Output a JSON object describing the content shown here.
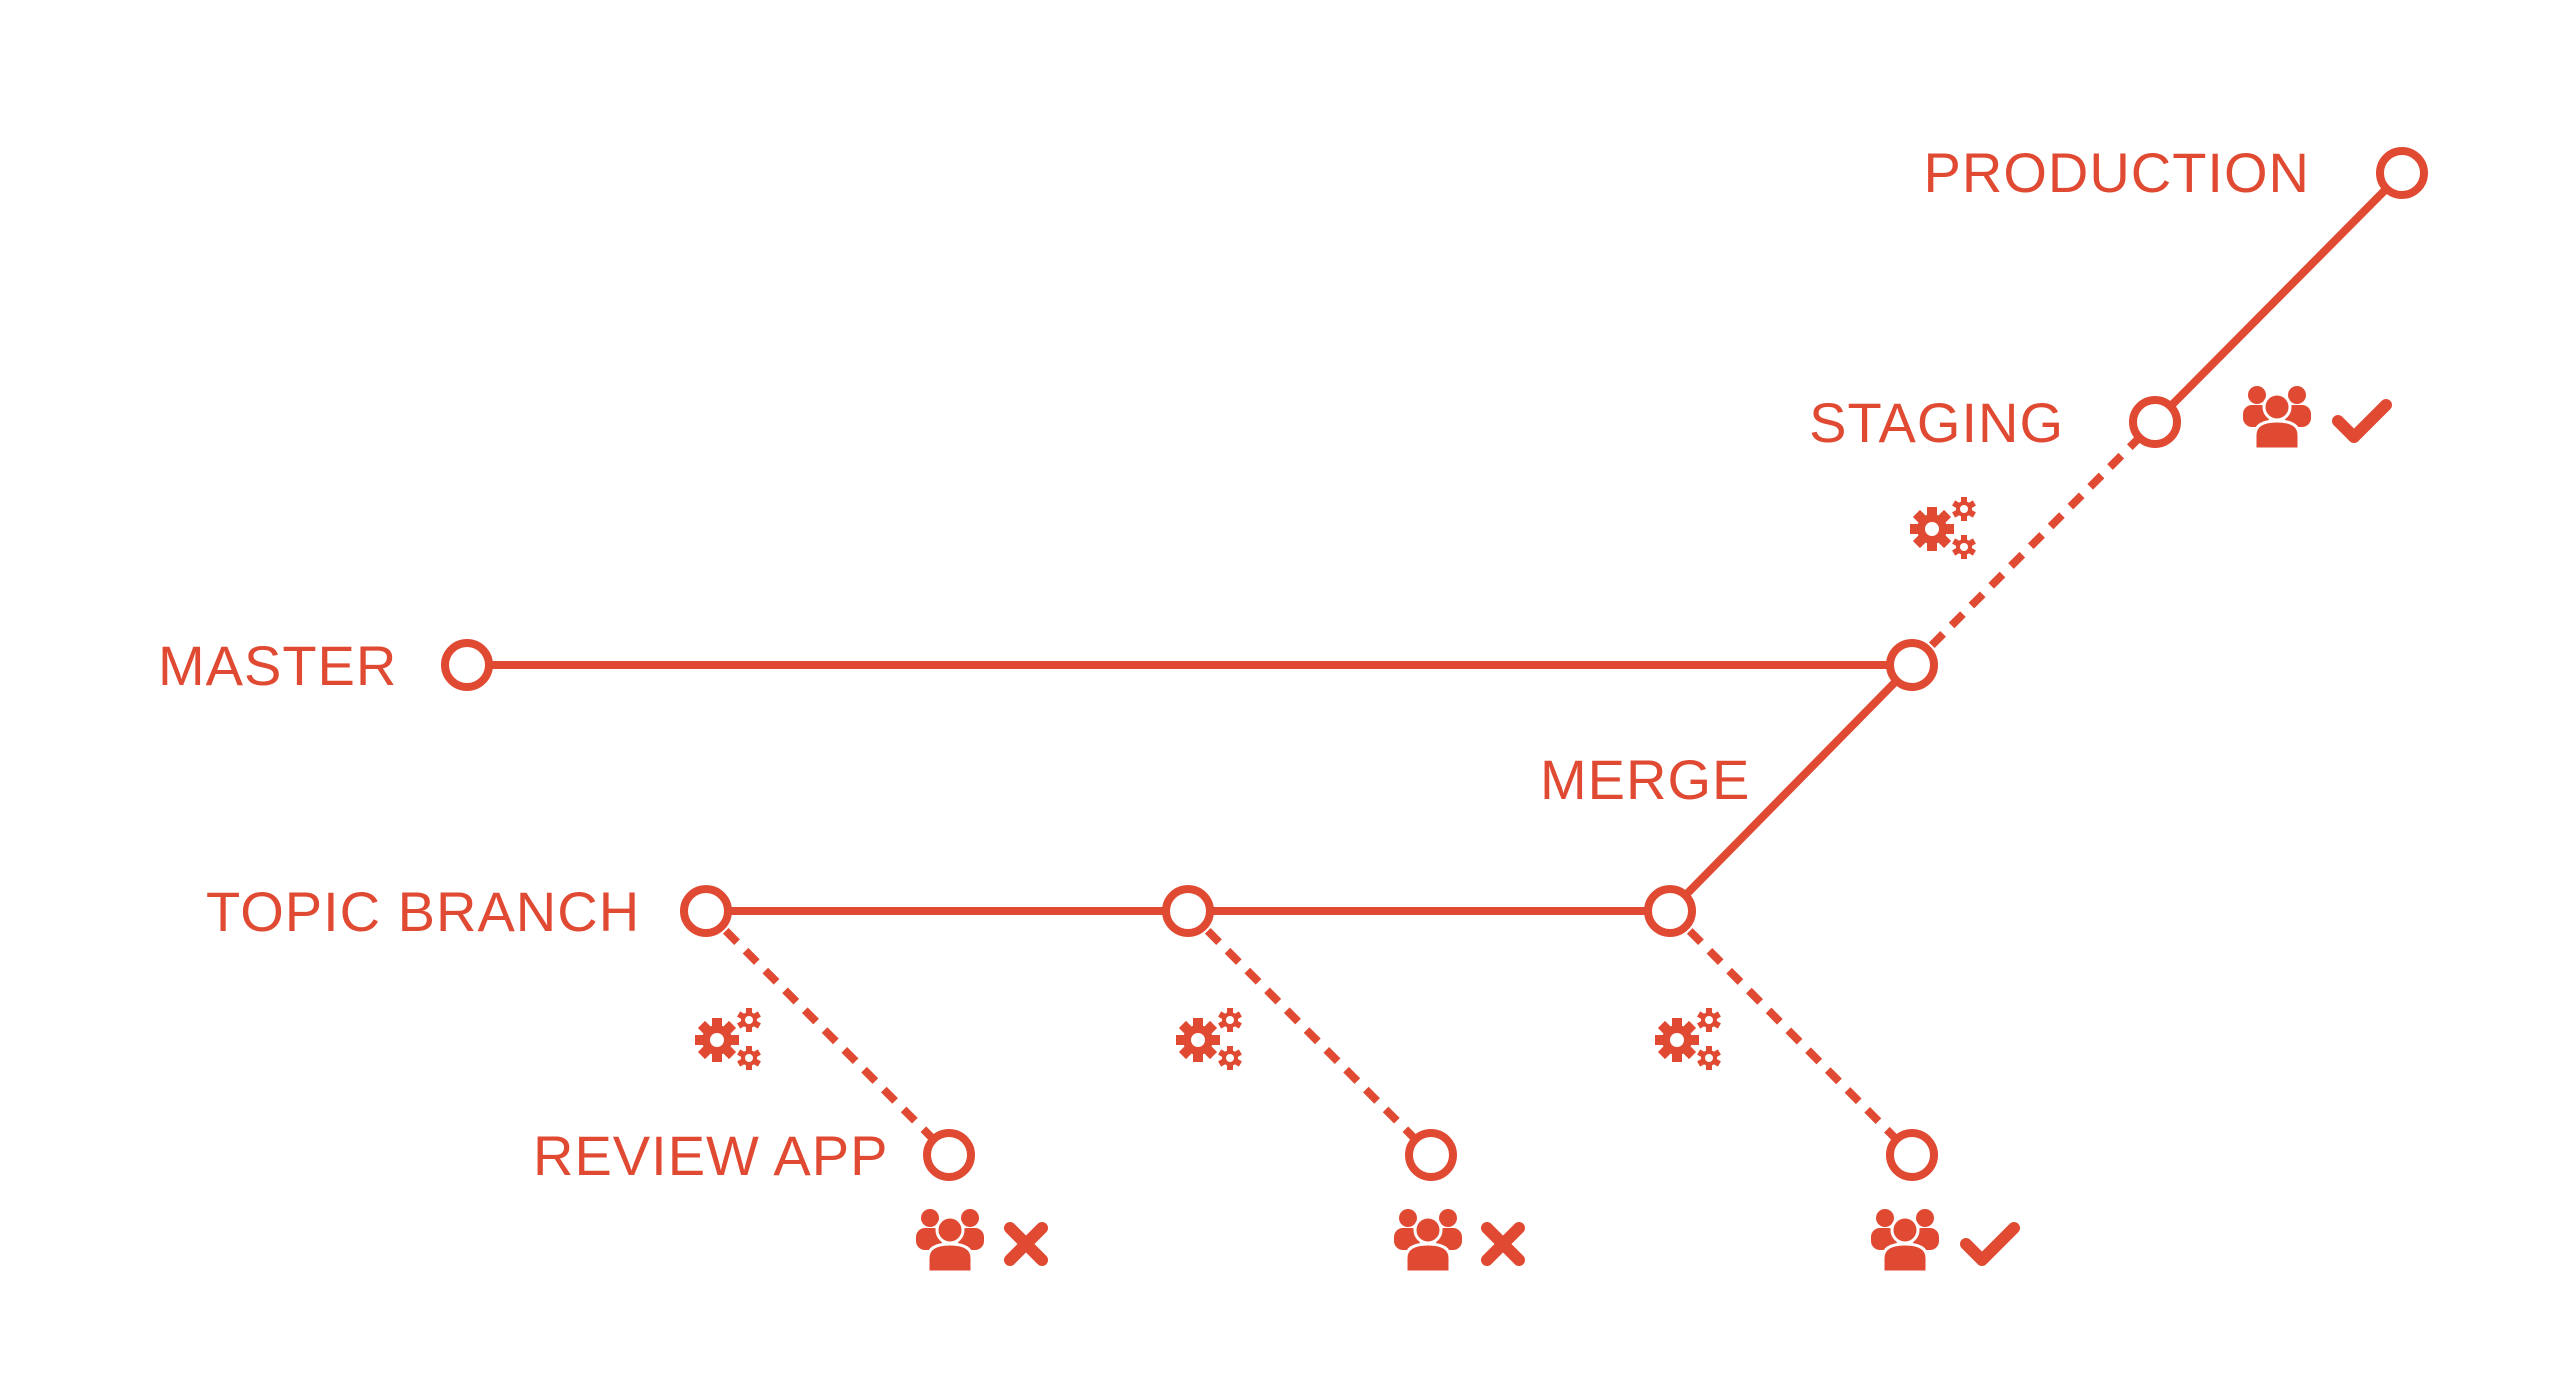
{
  "color": "#e04a33",
  "labels": {
    "production": "PRODUCTION",
    "staging": "STAGING",
    "master": "MASTER",
    "merge": "MERGE",
    "topic_branch": "TOPIC BRANCH",
    "review_app": "REVIEW APP"
  },
  "icons": {
    "pipeline": "gears-icon",
    "reviewers": "users-icon",
    "approved": "check-icon",
    "rejected": "x-icon"
  },
  "review_results": [
    "rejected",
    "rejected",
    "approved"
  ],
  "staging_result": "approved"
}
